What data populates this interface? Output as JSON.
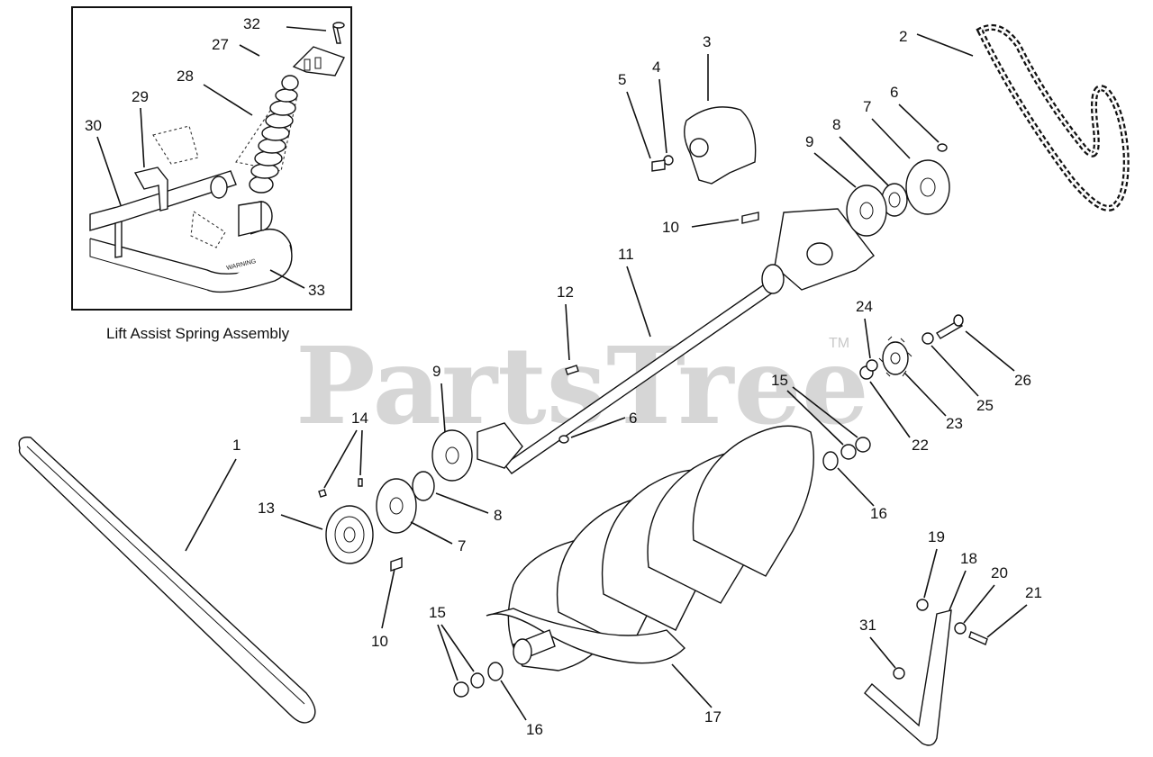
{
  "inset": {
    "caption": "Lift Assist Spring Assembly",
    "decal_text": "WARNING"
  },
  "watermark": {
    "text": "PartsTree",
    "trademark": "TM"
  },
  "callouts": {
    "c1": "1",
    "c2": "2",
    "c3": "3",
    "c4": "4",
    "c5": "5",
    "c6a": "6",
    "c6b": "6",
    "c7a": "7",
    "c7b": "7",
    "c8a": "8",
    "c8b": "8",
    "c9a": "9",
    "c9b": "9",
    "c10a": "10",
    "c10b": "10",
    "c11": "11",
    "c12": "12",
    "c13": "13",
    "c14": "14",
    "c15a": "15",
    "c15b": "15",
    "c16a": "16",
    "c16b": "16",
    "c17": "17",
    "c18": "18",
    "c19": "19",
    "c20": "20",
    "c21": "21",
    "c22": "22",
    "c23": "23",
    "c24": "24",
    "c25": "25",
    "c26": "26",
    "c27": "27",
    "c28": "28",
    "c29": "29",
    "c30": "30",
    "c31": "31",
    "c32": "32",
    "c33": "33"
  },
  "colors": {
    "line": "#111111",
    "watermark": "#c9c9c9",
    "background": "#ffffff"
  }
}
